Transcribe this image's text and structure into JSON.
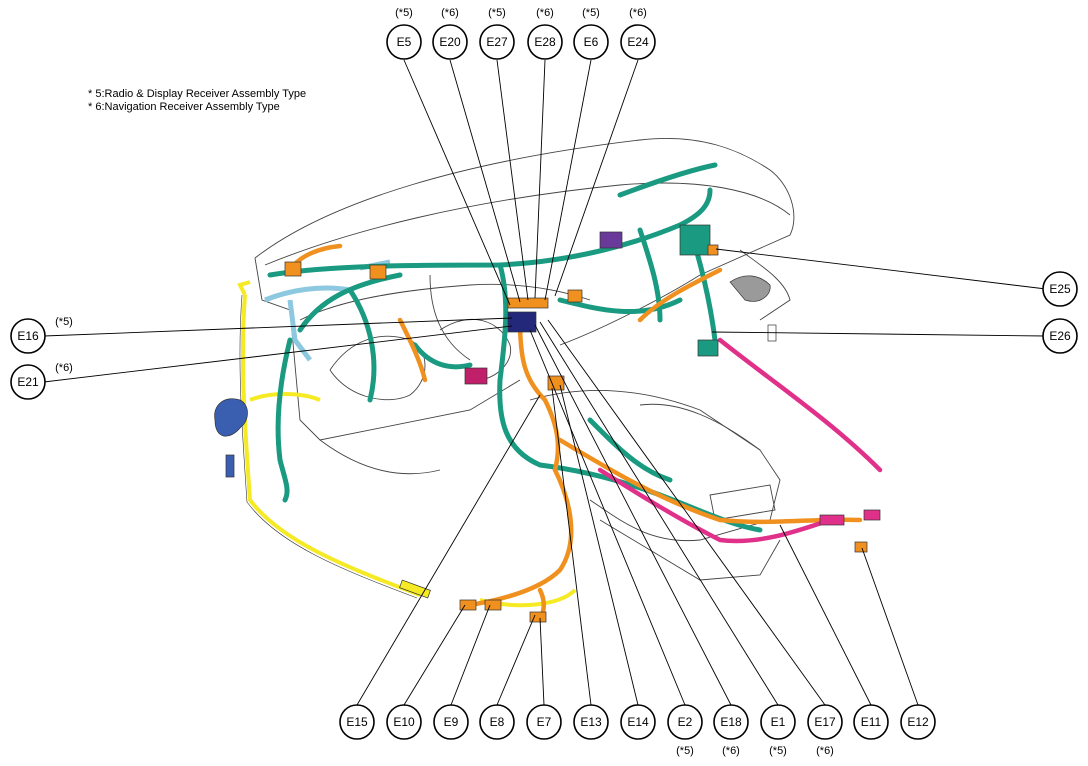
{
  "legend": {
    "note_5": "* 5:Radio & Display Receiver Assembly Type",
    "note_6": "* 6:Navigation Receiver Assembly Type"
  },
  "colors": {
    "teal_harness": "#1a9a80",
    "orange_harness": "#f0901e",
    "yellow_harness": "#f5ea23",
    "pink_harness": "#e0308a",
    "light_blue_harness": "#8cc8e0",
    "blue_connector": "#3a5fb0",
    "navy_connector": "#23287a",
    "purple_connector": "#6a3a9a",
    "magenta_connector": "#c0206a",
    "outline": "#333333"
  },
  "connectors": [
    {
      "id": "E5",
      "variant": "(*5)"
    },
    {
      "id": "E20",
      "variant": "(*6)"
    },
    {
      "id": "E27",
      "variant": "(*5)"
    },
    {
      "id": "E28",
      "variant": "(*6)"
    },
    {
      "id": "E6",
      "variant": "(*5)"
    },
    {
      "id": "E24",
      "variant": "(*6)"
    },
    {
      "id": "E25",
      "variant": ""
    },
    {
      "id": "E26",
      "variant": ""
    },
    {
      "id": "E16",
      "variant": "(*5)"
    },
    {
      "id": "E21",
      "variant": "(*6)"
    },
    {
      "id": "E15",
      "variant": ""
    },
    {
      "id": "E10",
      "variant": ""
    },
    {
      "id": "E9",
      "variant": ""
    },
    {
      "id": "E8",
      "variant": ""
    },
    {
      "id": "E7",
      "variant": ""
    },
    {
      "id": "E13",
      "variant": ""
    },
    {
      "id": "E14",
      "variant": ""
    },
    {
      "id": "E2",
      "variant": "(*5)"
    },
    {
      "id": "E18",
      "variant": "(*6)"
    },
    {
      "id": "E1",
      "variant": "(*5)"
    },
    {
      "id": "E17",
      "variant": "(*6)"
    },
    {
      "id": "E11",
      "variant": ""
    },
    {
      "id": "E12",
      "variant": ""
    }
  ]
}
